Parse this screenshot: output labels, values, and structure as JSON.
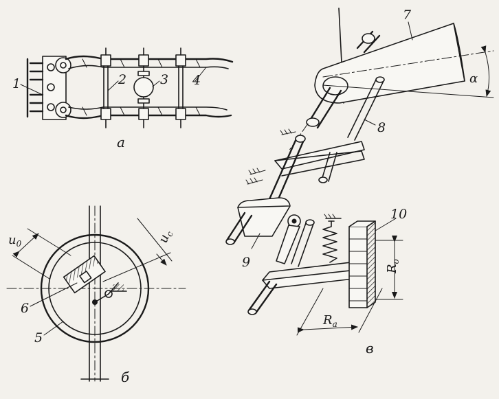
{
  "labels": {
    "n1": "1",
    "n2": "2",
    "n3": "3",
    "n4": "4",
    "n5": "5",
    "n6": "6",
    "n7": "7",
    "n8": "8",
    "n9": "9",
    "n10": "10"
  },
  "captions": {
    "a": "а",
    "b": "б",
    "v": "в"
  },
  "dimensions": {
    "u0": "u",
    "u0_sub": "0",
    "uc": "u",
    "uc_sub": "c",
    "alpha": "α",
    "Ra": "R",
    "Ra_sub": "a",
    "Ro": "R",
    "Ro_sub": "o"
  },
  "colors": {
    "ink": "#1a1a1a",
    "paper": "#f3f1ec"
  }
}
